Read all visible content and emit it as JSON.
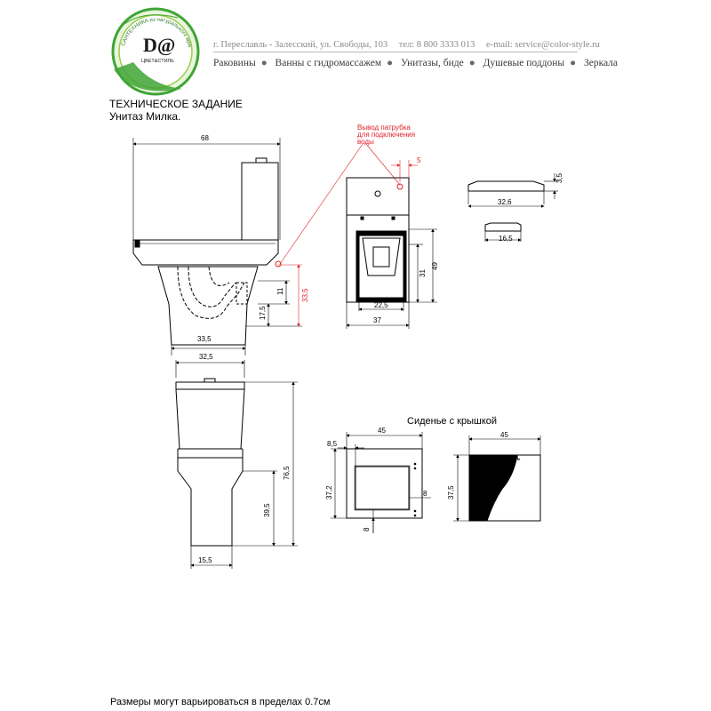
{
  "header": {
    "logo": {
      "letter": "D@",
      "arc_text": "САНТЕХНИКА из натурального мрамора",
      "brand": "ЦВЕТ&СТИЛЬ",
      "colors": {
        "green": "#3fa535",
        "light_green": "#9ccc4a"
      }
    },
    "address": "г. Переславль - Залесский,  ул. Свободы, 103",
    "phone": "тел: 8 800 3333 013",
    "email": "e-mail: service@color-style.ru",
    "nav": [
      "Раковины",
      "Ванны с гидромассажем",
      "Унитазы, биде",
      "Душевые поддоны",
      "Зеркала"
    ]
  },
  "title": "ТЕХНИЧЕСКОЕ ЗАДАНИЕ",
  "subtitle": "Унитаз Милка.",
  "side_view": {
    "width": "68",
    "depth": "33,5",
    "dims": [
      "11",
      "17,5",
      "33,5"
    ]
  },
  "top_view": {
    "annotation": [
      "Вывод патрубка",
      "для подключения",
      "воды"
    ],
    "annotation_color": "#e0202a",
    "dims": {
      "outlet_offset": "5",
      "height": "49",
      "inner_height": "31",
      "inner_width": "22,5",
      "width": "37"
    }
  },
  "small_parts": {
    "lid_width": "32,6",
    "lid_height": "3,5",
    "button_width": "16,5"
  },
  "front_view": {
    "width": "32,5",
    "height": "76,5",
    "base_height": "39,5",
    "base_width": "15,5"
  },
  "seat": {
    "title": "Сиденье с крышкой",
    "top": {
      "width": "45",
      "depth": "37,2",
      "offset": "8,5",
      "side": "8",
      "bottom": "8"
    },
    "side": {
      "width": "45",
      "height": "37,5"
    }
  },
  "footer": "Размеры могут варьироваться в пределах 0.7см"
}
